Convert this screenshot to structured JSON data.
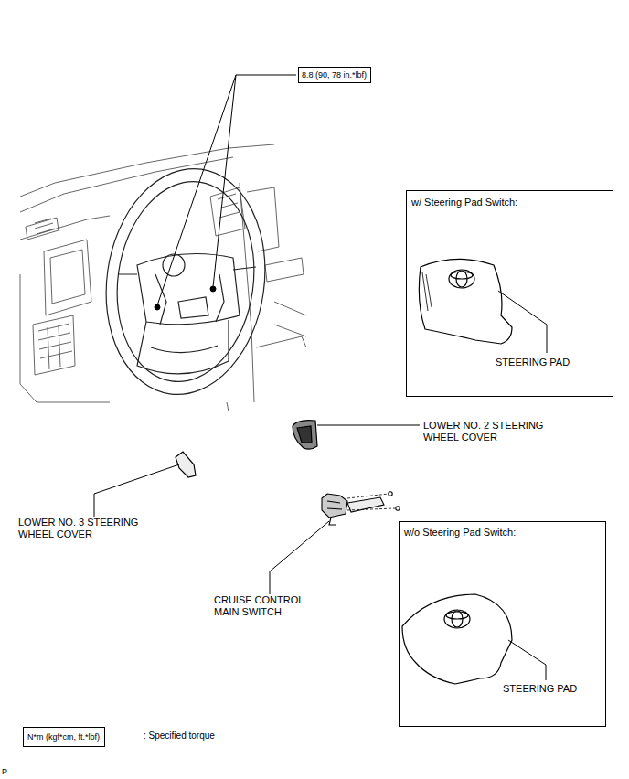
{
  "diagram": {
    "nodes": [
      {
        "text": [
          "8.8 (90, 78 in.*lbf)"
        ]
      },
      {
        "text": [
          "w/ Steering Pad Switch:",
          "STEERING PAD"
        ]
      },
      {
        "text": [
          "w/o Steering Pad Switch:",
          "STEERING PAD"
        ]
      },
      {
        "text": [
          "N*m (kgf*cm, ft.*lbf)"
        ]
      }
    ],
    "labels": [
      "LOWER NO. 2 STEERING WHEEL COVER",
      "LOWER NO. 3 STEERING WHEEL COVER",
      "CRUISE CONTROL MAIN SWITCH",
      ": Specified torque",
      "P"
    ]
  }
}
